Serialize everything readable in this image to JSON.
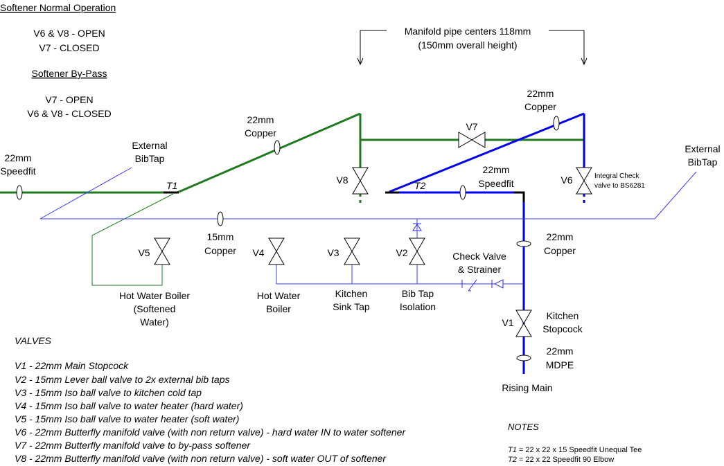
{
  "operation": {
    "normal_title": "Softener Normal Operation",
    "normal_line1": "V6 & V8 - OPEN",
    "normal_line2": "V7 - CLOSED",
    "bypass_title": "Softener By-Pass",
    "bypass_line1": "V7 - OPEN",
    "bypass_line2": "V6 & V8 - CLOSED"
  },
  "manifold_note": {
    "line1": "Manifold pipe centers 118mm",
    "line2": "(150mm overall height)"
  },
  "pipe_labels": {
    "speedfit_left_1": "22mm",
    "speedfit_left_2": "Speedfit",
    "copper_22_left_1": "22mm",
    "copper_22_left_2": "Copper",
    "copper_22_top_1": "22mm",
    "copper_22_top_2": "Copper",
    "speedfit_mid_1": "22mm",
    "speedfit_mid_2": "Speedfit",
    "copper_15_1": "15mm",
    "copper_15_2": "Copper",
    "copper_22_riser_1": "22mm",
    "copper_22_riser_2": "Copper",
    "mdpe_1": "22mm",
    "mdpe_2": "MDPE",
    "rising_main": "Rising Main"
  },
  "fittings": {
    "t1": "T1",
    "t2": "T2",
    "check_valve_1": "Check Valve",
    "check_valve_2": "& Strainer",
    "integral_check_1": "Integral Check",
    "integral_check_2": "valve to BS6281"
  },
  "valve_tags": {
    "v1": "V1",
    "v2": "V2",
    "v3": "V3",
    "v4": "V4",
    "v5": "V5",
    "v6": "V6",
    "v7": "V7",
    "v8": "V8"
  },
  "outlets": {
    "bib_left_1": "External",
    "bib_left_2": "BibTap",
    "bib_right_1": "External",
    "bib_right_2": "BibTap",
    "hw_soft_1": "Hot Water Boiler",
    "hw_soft_2": "(Softened",
    "hw_soft_3": "Water)",
    "hw_hard_1": "Hot Water",
    "hw_hard_2": "Boiler",
    "kitchen_sink_1": "Kitchen",
    "kitchen_sink_2": "Sink Tap",
    "bib_iso_1": "Bib Tap",
    "bib_iso_2": "Isolation",
    "stopcock_1": "Kitchen",
    "stopcock_2": "Stopcock"
  },
  "valves_legend": {
    "title": "VALVES",
    "items": [
      "V1 - 22mm Main Stopcock",
      "V2 - 15mm Lever ball valve to 2x external bib taps",
      "V3 - 15mm Iso ball valve to kitchen cold tap",
      "V4 - 15mm Iso ball valve to water heater (hard water)",
      "V5 - 15mm Iso ball valve to water heater (soft water)",
      "V6 - 22mm Butterfly manifold valve (with non return valve) - hard water IN to water softener",
      "V7 - 22mm Butterfly manifold valve to by-pass softener",
      "V8 - 22mm Butterfly manifold valve (with non return valve) - soft water OUT of softener"
    ]
  },
  "notes": {
    "title": "NOTES",
    "t1_key": "T1",
    "t1_text": " = 22 x 22 x 15 Speedfit Unequal Tee",
    "t2_key": "T2",
    "t2_text": " = 22 x 22 Speedfit 90 Elbow"
  },
  "colors": {
    "soft_pipe": "#1f7a1f",
    "hard_pipe": "#0000ee",
    "thin_pipe": "#3a3aff"
  }
}
